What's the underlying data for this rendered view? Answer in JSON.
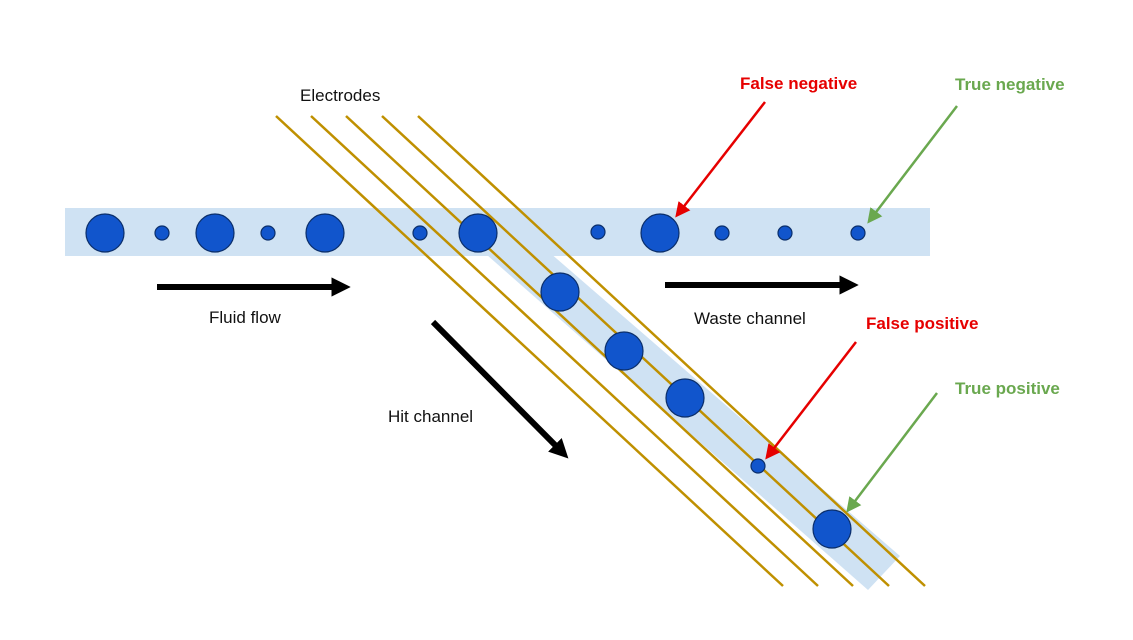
{
  "labels": {
    "electrodes": "Electrodes",
    "fluid_flow": "Fluid flow",
    "waste_channel": "Waste channel",
    "hit_channel": "Hit channel",
    "false_negative": "False negative",
    "true_negative": "True negative",
    "false_positive": "False positive",
    "true_positive": "True positive"
  },
  "colors": {
    "channel": "#cfe2f3",
    "droplet_fill": "#1155cc",
    "droplet_stroke": "#0b2f6b",
    "electrode": "#bf9000",
    "flow_arrow": "#000000",
    "false_label": "#e60000",
    "true_label": "#6aa84f",
    "text": "#111111"
  },
  "droplets": {
    "horizontal_channel": [
      "large",
      "small",
      "large",
      "small",
      "large",
      "small",
      "large",
      "small",
      "large",
      "small",
      "small",
      "small"
    ],
    "hit_channel": [
      "large",
      "large",
      "large",
      "small",
      "large"
    ]
  }
}
